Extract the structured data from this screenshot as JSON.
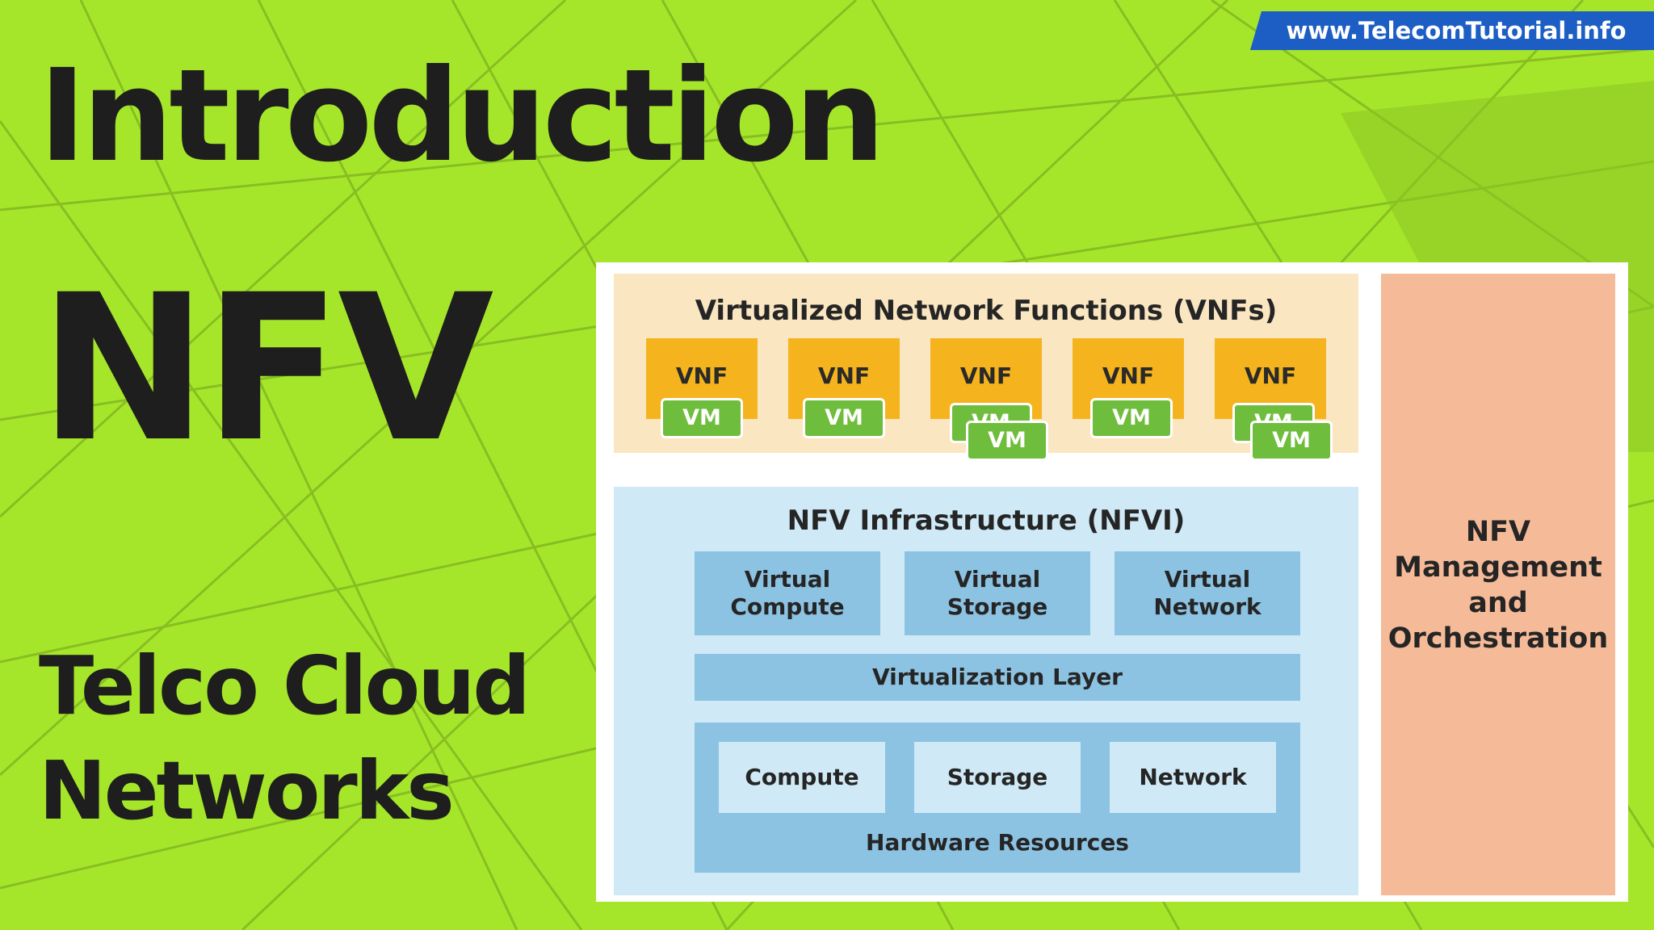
{
  "banner": {
    "url": "www.TelecomTutorial.info"
  },
  "headline": {
    "line1": "Introduction",
    "line2": "NFV",
    "line3": "Telco Cloud",
    "line4": "Networks"
  },
  "diagram": {
    "vnf_section": {
      "title": "Virtualized Network Functions (VNFs)",
      "vnf_label": "VNF",
      "vm_label": "VM"
    },
    "nfvi": {
      "title": "NFV Infrastructure (NFVI)",
      "virtual": [
        {
          "line1": "Virtual",
          "line2": "Compute"
        },
        {
          "line1": "Virtual",
          "line2": "Storage"
        },
        {
          "line1": "Virtual",
          "line2": "Network"
        }
      ],
      "virtualization_layer": "Virtualization Layer",
      "hardware": {
        "label": "Hardware Resources",
        "items": [
          "Compute",
          "Storage",
          "Network"
        ]
      }
    },
    "mano": {
      "lines": [
        "NFV",
        "Management",
        "and",
        "Orchestration"
      ]
    }
  },
  "colors": {
    "background": "#a6e62a",
    "banner": "#1d5ec4",
    "vnf_area": "#fbe6c2",
    "vnf_box": "#f5b41e",
    "vm": "#6fbd3c",
    "nfvi_area": "#cfeaf6",
    "nfvi_box": "#8cc2e2",
    "mano": "#f5bb98",
    "text": "#1e1e1e"
  }
}
